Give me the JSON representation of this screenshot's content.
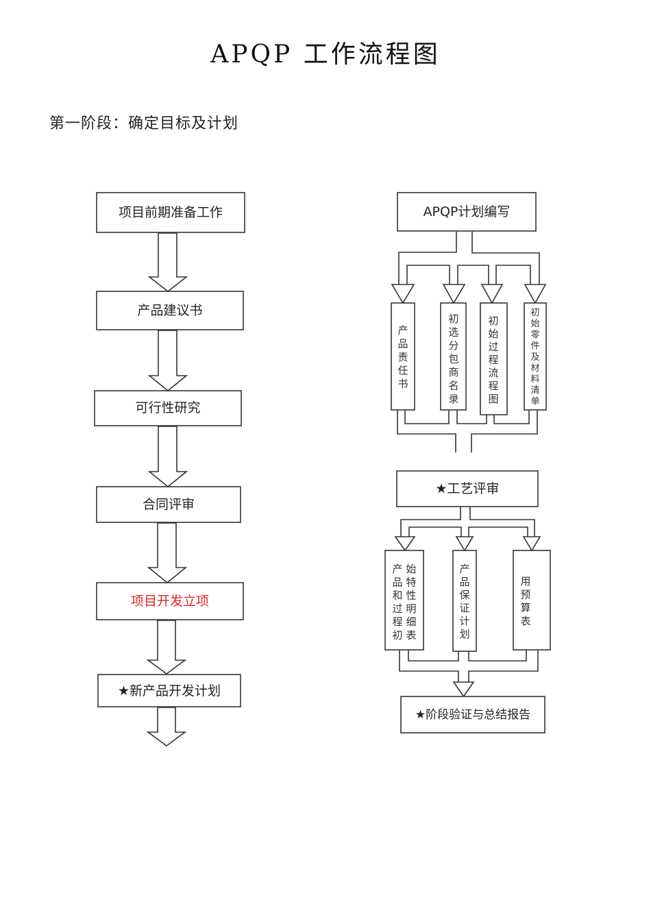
{
  "document": {
    "title": "APQP 工作流程图",
    "stage_heading": "第一阶段：确定目标及计划"
  },
  "left_flow": {
    "steps": [
      {
        "label": "项目前期准备工作",
        "highlight": false,
        "starred": false
      },
      {
        "label": "产品建议书",
        "highlight": false,
        "starred": false
      },
      {
        "label": "可行性研究",
        "highlight": false,
        "starred": false
      },
      {
        "label": "合同评审",
        "highlight": false,
        "starred": false
      },
      {
        "label": "项目开发立项",
        "highlight": true,
        "starred": false
      },
      {
        "label": "★新产品开发计划",
        "highlight": false,
        "starred": true
      }
    ],
    "highlight_color": "#e0262a"
  },
  "right_flow": {
    "top": {
      "label": "APQP计划编写"
    },
    "plan_outputs": [
      {
        "label": "产品责任书"
      },
      {
        "label": "初选分包商名录"
      },
      {
        "label": "初始过程流程图"
      },
      {
        "label": "初始零件及材料清单"
      }
    ],
    "review": {
      "label": "★工艺评审"
    },
    "review_outputs": [
      {
        "label": "产品和过程初始特性明细表",
        "columns": [
          "产品和过程初",
          "始特性明细表"
        ]
      },
      {
        "label": "产品保证计划"
      },
      {
        "label": "用预算表"
      }
    ],
    "final": {
      "label": "★阶段验证与总结报告"
    }
  }
}
